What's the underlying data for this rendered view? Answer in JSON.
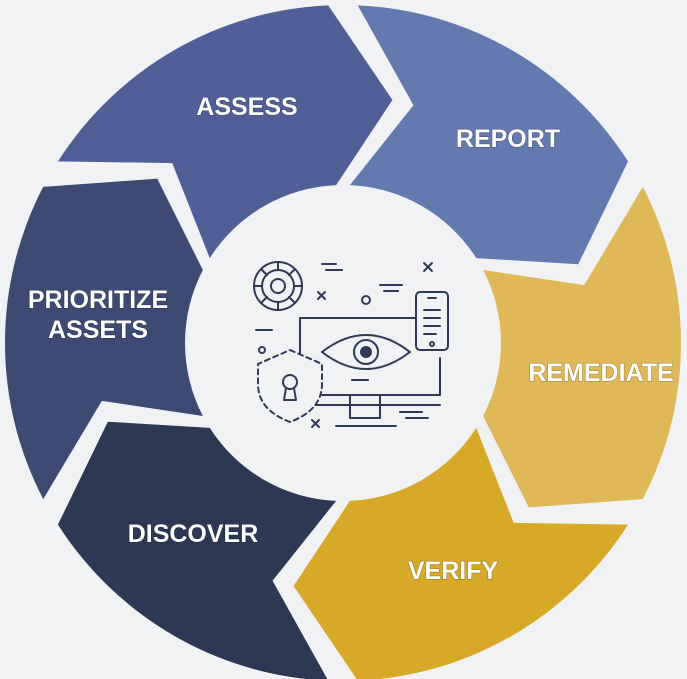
{
  "diagram": {
    "type": "cycle",
    "center_icon": "monitor-eye-shield-lock-icon",
    "segments": [
      {
        "key": "report",
        "label_lines": [
          "REPORT"
        ],
        "color": "#637ab0"
      },
      {
        "key": "remediate",
        "label_lines": [
          "REMEDIATE"
        ],
        "color": "#e0b858"
      },
      {
        "key": "verify",
        "label_lines": [
          "VERIFY"
        ],
        "color": "#d8a927"
      },
      {
        "key": "discover",
        "label_lines": [
          "DISCOVER"
        ],
        "color": "#2c3854"
      },
      {
        "key": "prioritize",
        "label_lines": [
          "PRIORITIZE",
          "ASSETS"
        ],
        "color": "#3d4a74"
      },
      {
        "key": "assess",
        "label_lines": [
          "ASSESS"
        ],
        "color": "#505f97"
      }
    ],
    "colors": {
      "background": "#f1f2f4",
      "hub": "#f1f2f4",
      "icon_stroke": "#2f3a55"
    }
  }
}
